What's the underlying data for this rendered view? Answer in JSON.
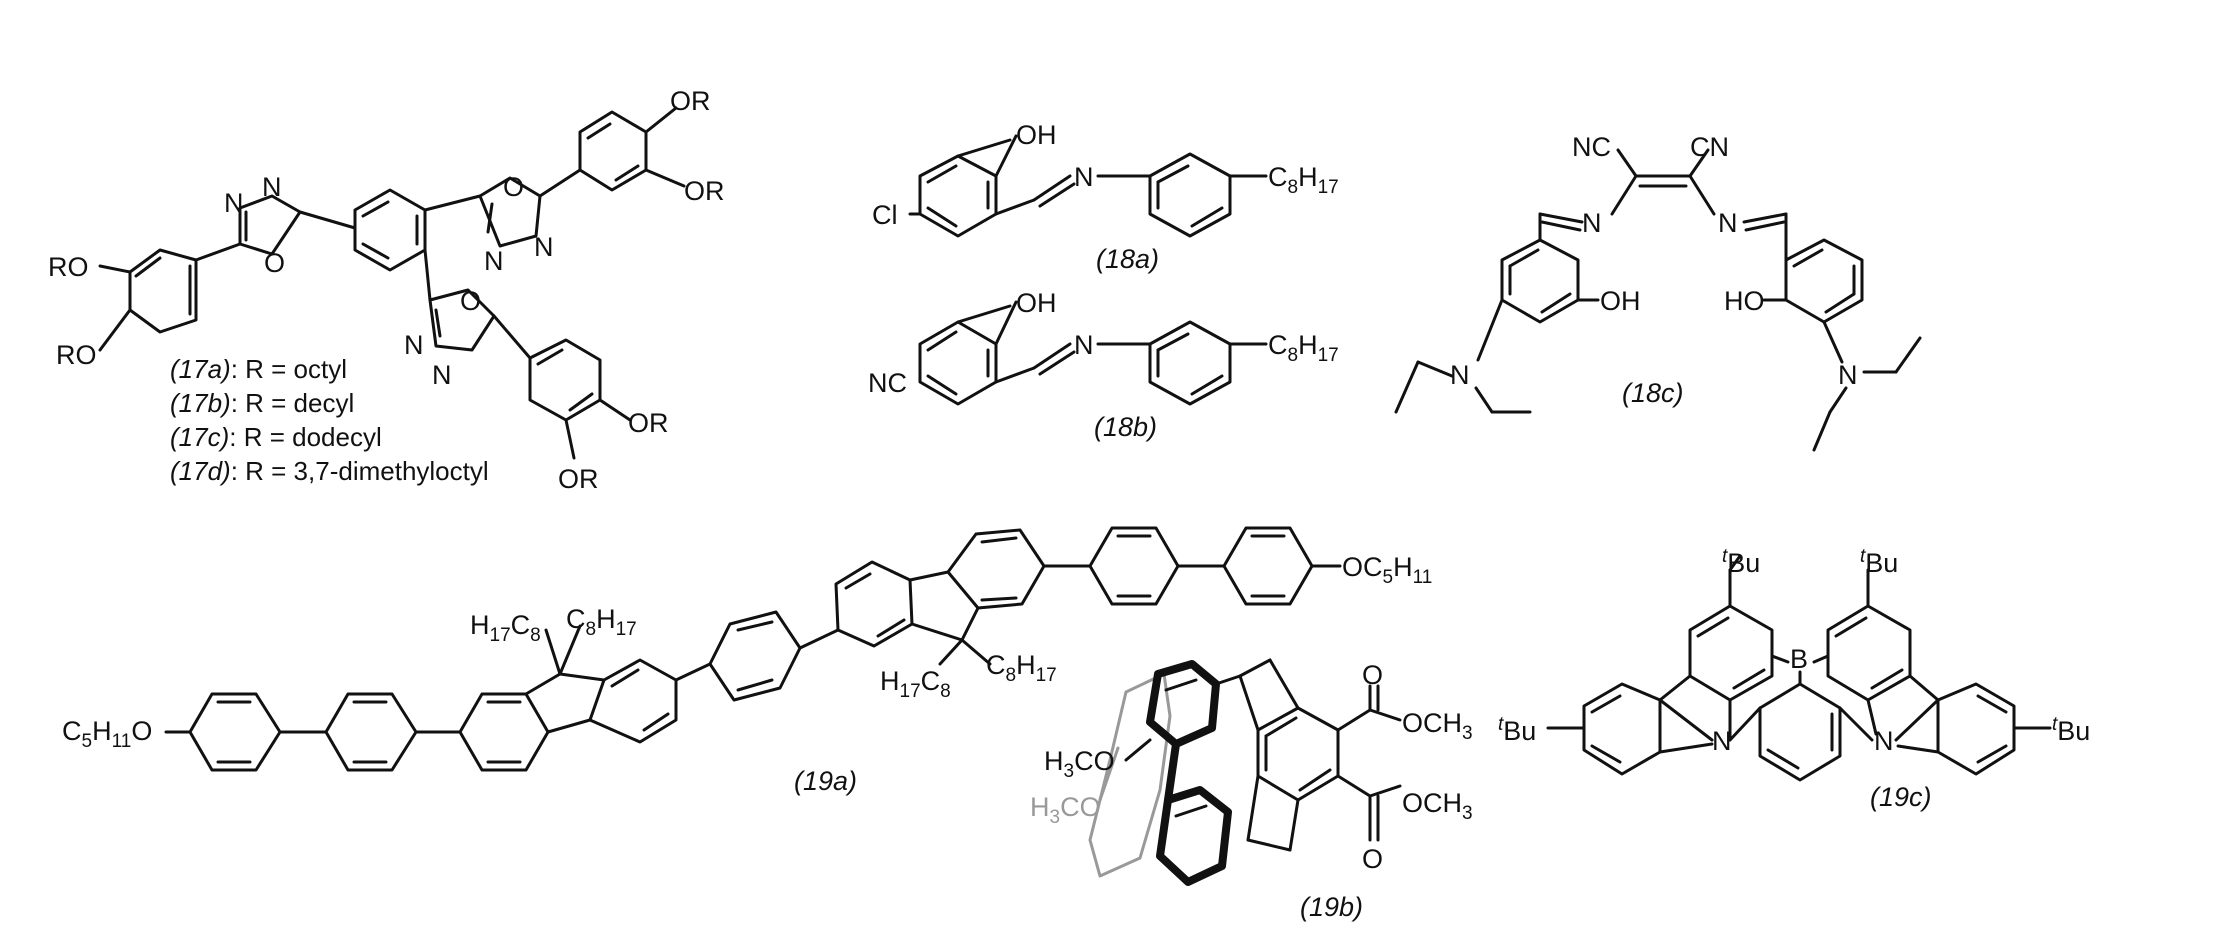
{
  "compounds": {
    "c17": {
      "substituent": "OR",
      "ring_atom_N": "N",
      "ring_atom_O": "O",
      "variants": [
        {
          "label": "(17a)",
          "text": ": R = octyl"
        },
        {
          "label": "(17b)",
          "text": ": R = decyl"
        },
        {
          "label": "(17c)",
          "text": ": R = dodecyl"
        },
        {
          "label": "(17d)",
          "text": ": R = 3,7-dimethyloctyl"
        }
      ],
      "left_ro": "RO"
    },
    "c18a": {
      "label": "(18a)",
      "oh": "OH",
      "n": "N",
      "cl": "Cl",
      "tail": "C",
      "tail_sub1": "8",
      "tail_h": "H",
      "tail_sub2": "17"
    },
    "c18b": {
      "label": "(18b)",
      "oh": "OH",
      "n": "N",
      "nc": "NC",
      "tail": "C",
      "tail_sub1": "8",
      "tail_h": "H",
      "tail_sub2": "17"
    },
    "c18c": {
      "label": "(18c)",
      "nc": "NC",
      "cn": "CN",
      "n": "N",
      "oh": "OH",
      "ho": "HO"
    },
    "c19a": {
      "label": "(19a)",
      "oc": "OC",
      "c5": "5",
      "h11": "H",
      "h11sub": "11",
      "c5h11o_c": "C",
      "c5h11o_5": "5",
      "c5h11o_h": "H",
      "c5h11o_11": "11",
      "c5h11o_o": "O",
      "h17c8_h": "H",
      "h17c8_17": "17",
      "h17c8_c": "C",
      "h17c8_8": "8",
      "c8h17_c": "C",
      "c8h17_8": "8",
      "c8h17_h": "H",
      "c8h17_17": "17"
    },
    "c19b": {
      "label": "(19b)",
      "och3": "OCH",
      "och3_3": "3",
      "h3co_h": "H",
      "h3co_3": "3",
      "h3co_co": "CO",
      "o": "O"
    },
    "c19c": {
      "label": "(19c)",
      "tbu_t": "t",
      "tbu_bu": "Bu",
      "b": "B",
      "n": "N"
    }
  },
  "colors": {
    "bond": "#111111",
    "gray": "#999999"
  }
}
